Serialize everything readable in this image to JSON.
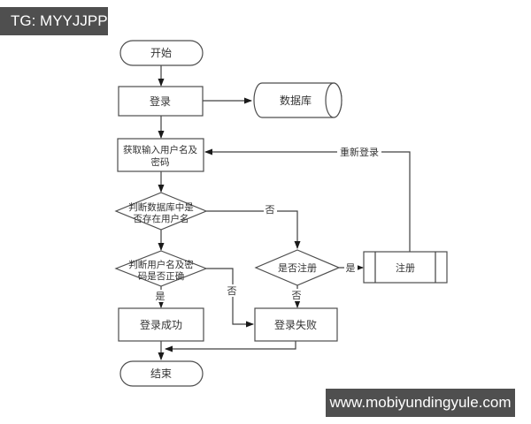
{
  "watermarks": {
    "top": "TG: MYYJJPP",
    "bottom": "www.mobiyundingyule.com"
  },
  "colors": {
    "banner_bg": "#4f4f4f",
    "line": "#404040",
    "node_fill": "#ffffff",
    "text": "#333333"
  },
  "flowchart": {
    "nodes": {
      "start": "开始",
      "login": "登录",
      "database": "数据库",
      "get_input_line1": "获取输入用户名及",
      "get_input_line2": "密码",
      "check_db_line1": "判断数据库中是",
      "check_db_line2": "否存在用户名",
      "check_pwd_line1": "判断用户名及密",
      "check_pwd_line2": "码是否正确",
      "register_check": "是否注册",
      "register": "注册",
      "success": "登录成功",
      "failure": "登录失败",
      "end": "结束"
    },
    "edge_labels": {
      "db_check_no": "否",
      "pwd_check_yes": "是",
      "pwd_check_no": "否",
      "register_check_no": "否",
      "register_check_yes": "是",
      "relogin": "重新登录"
    }
  }
}
